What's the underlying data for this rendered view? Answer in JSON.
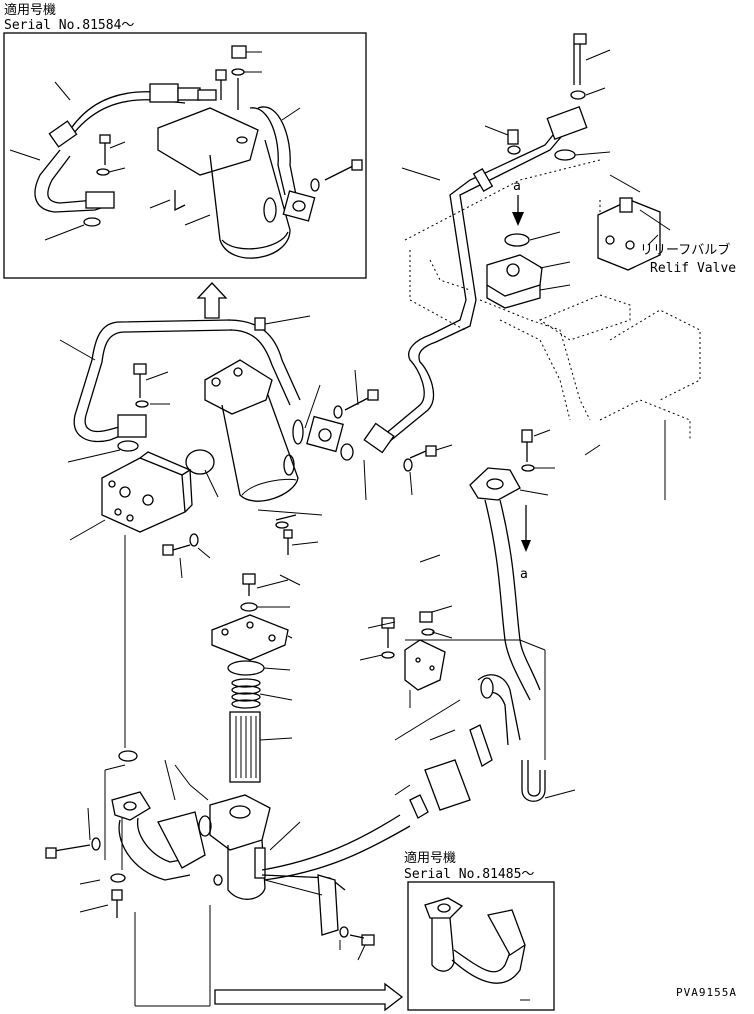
{
  "inset_top": {
    "title_jp": "適用号機",
    "serial": "Serial No.81584～"
  },
  "inset_bottom": {
    "title_jp": "適用号機",
    "serial": "Serial No.81485～"
  },
  "relief_valve": {
    "label_jp": "リリーフバルブ",
    "label_en": "Relif Valve"
  },
  "callouts": {
    "a_upper": "a",
    "a_lower": "a"
  },
  "drawing_code": "PVA9155A"
}
